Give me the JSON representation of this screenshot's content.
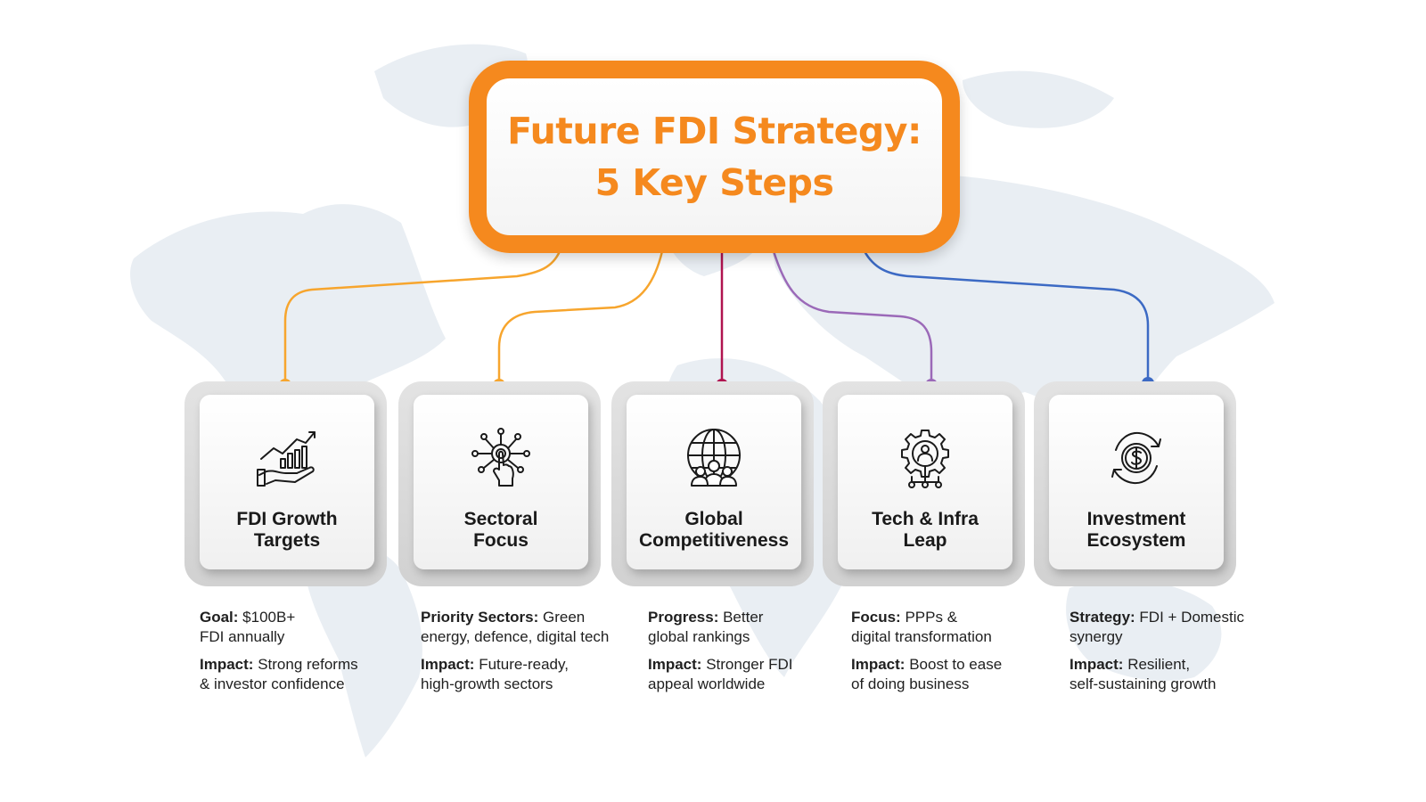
{
  "title": {
    "line1": "Future FDI Strategy:",
    "line2": "5 Key Steps"
  },
  "colors": {
    "accent": "#f5891e",
    "step1": "#f7a52d",
    "step2": "#f7a52d",
    "step3": "#b0134f",
    "step4": "#9b69b8",
    "step5": "#3c6ac4"
  },
  "steps": [
    {
      "title": "FDI Growth\nTargets",
      "icon": "growth-chart-hand-icon",
      "label1": "Goal:",
      "text1": " $100B+\nFDI annually",
      "label2": "Impact:",
      "text2": " Strong reforms\n& investor confidence"
    },
    {
      "title": "Sectoral\nFocus",
      "icon": "touch-network-icon",
      "label1": "Priority Sectors:",
      "text1": " Green\nenergy, defence, digital tech",
      "label2": "Impact:",
      "text2": " Future-ready,\nhigh-growth sectors"
    },
    {
      "title": "Global\nCompetitiveness",
      "icon": "globe-people-icon",
      "label1": "Progress:",
      "text1": " Better\nglobal rankings",
      "label2": "Impact:",
      "text2": " Stronger FDI\nappeal worldwide"
    },
    {
      "title": "Tech & Infra\nLeap",
      "icon": "gear-person-network-icon",
      "label1": "Focus:",
      "text1": " PPPs &\ndigital transformation",
      "label2": "Impact:",
      "text2": " Boost to ease\nof  doing business"
    },
    {
      "title": "Investment\nEcosystem",
      "icon": "dollar-cycle-icon",
      "label1": "Strategy:",
      "text1": " FDI + Domestic\nsynergy",
      "label2": "Impact:",
      "text2": " Resilient,\nself-sustaining growth"
    }
  ]
}
